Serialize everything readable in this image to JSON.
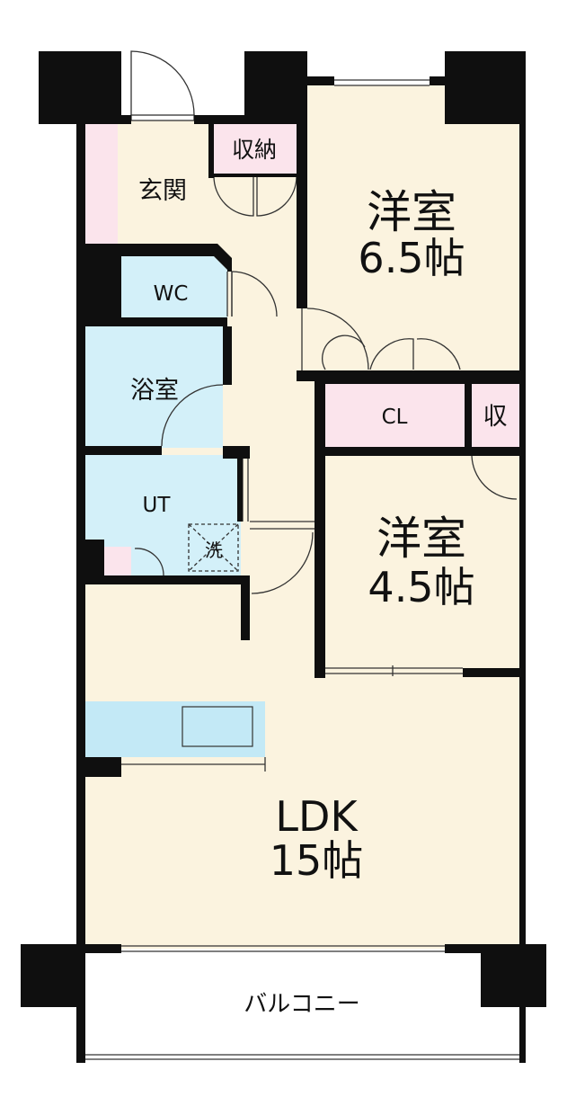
{
  "colors": {
    "wall": "#0f0f0f",
    "room": "#fbf3df",
    "wet": "#d3f0f9",
    "storage": "#fbe4ec",
    "balcony": "#ffffff",
    "counter": "#c3e9f6"
  },
  "rooms": {
    "genkan": "玄関",
    "shuno": "収納",
    "wc": "WC",
    "bath": "浴室",
    "ut": "UT",
    "washer": "洗",
    "yoshitsu1_name": "洋室",
    "yoshitsu1_size": "6.5帖",
    "cl": "CL",
    "shu": "収",
    "yoshitsu2_name": "洋室",
    "yoshitsu2_size": "4.5帖",
    "ldk_name": "LDK",
    "ldk_size": "15帖",
    "balcony": "バルコニー"
  }
}
